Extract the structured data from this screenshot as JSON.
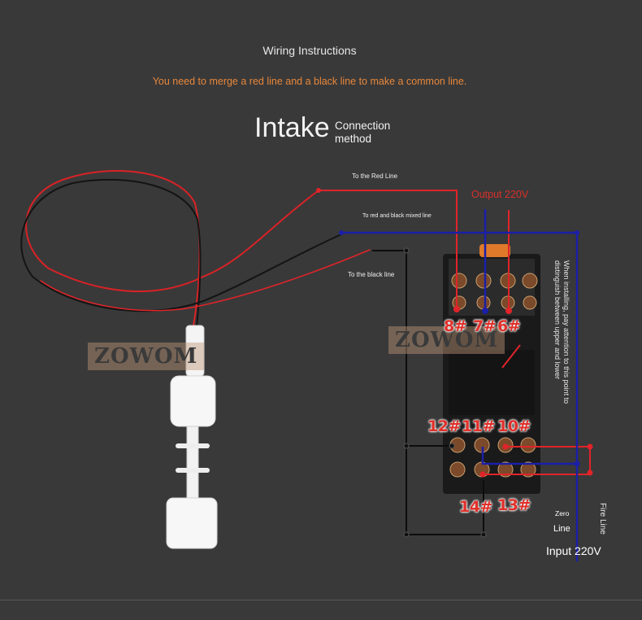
{
  "header": {
    "title": "Wiring Instructions",
    "note": "You need to merge a red line and a black line to make a common line.",
    "heading_big": "Intake",
    "heading_small": "Connection method"
  },
  "labels": {
    "red_line": "To the Red Line",
    "mixed_line": "To red and black mixed line",
    "black_line": "To the black line",
    "output": "Output 220V",
    "install_note": "When installing, pay attention to this point to distinguish between upper and lower",
    "zero": "Zero",
    "line": "Line",
    "fire_line": "Fire Line",
    "input": "Input 220V",
    "watermark": "ZOWOM"
  },
  "pins": {
    "p8": "8#",
    "p7": "7#",
    "p6": "6#",
    "p12": "12#",
    "p11": "11#",
    "p10": "10#",
    "p14": "14#",
    "p13": "13#"
  },
  "colors": {
    "background": "#393939",
    "red_wire": "#e0242a",
    "blue_wire": "#1b1fa8",
    "black_wire": "#111111",
    "note_orange": "#e8873a"
  }
}
